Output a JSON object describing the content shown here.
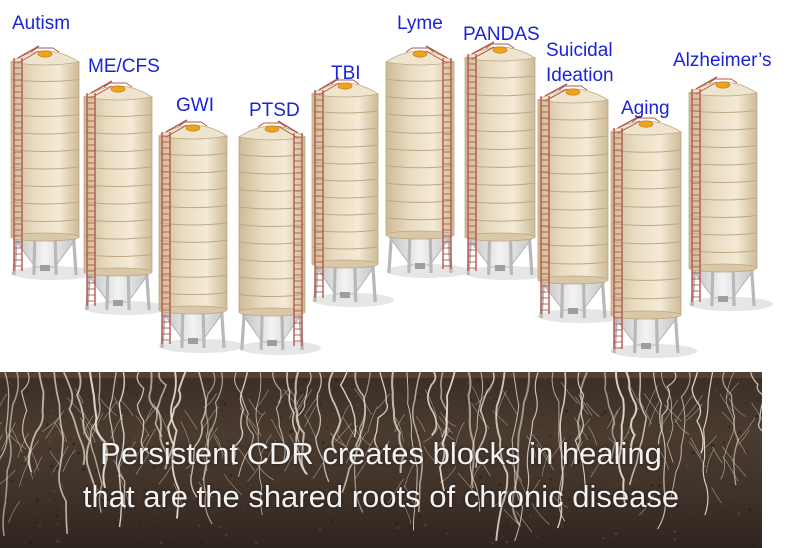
{
  "silos": [
    {
      "label": "Autism"
    },
    {
      "label": "ME/CFS"
    },
    {
      "label": "GWI"
    },
    {
      "label": "PTSD"
    },
    {
      "label": "TBI"
    },
    {
      "label": "Lyme"
    },
    {
      "label": "PANDAS"
    },
    {
      "label": "Suicidal\nIdeation"
    },
    {
      "label": "Aging"
    },
    {
      "label": "Alzheimer’s"
    }
  ],
  "caption": {
    "line1": "Persistent CDR creates blocks in healing",
    "line2": "that are the shared roots of chronic disease"
  },
  "colors": {
    "label_text": "#1a24d6",
    "silo_body": "#e9dcc1",
    "silo_shade": "#cdbb98",
    "silo_band": "#bda883",
    "silo_cap": "#f0a21a",
    "ladder": "#b5574a",
    "silo_legs": "#d9d9d9",
    "soil": "#3a2e26",
    "roots": "#e8dfcf",
    "caption_text": "#f2f2f2"
  }
}
